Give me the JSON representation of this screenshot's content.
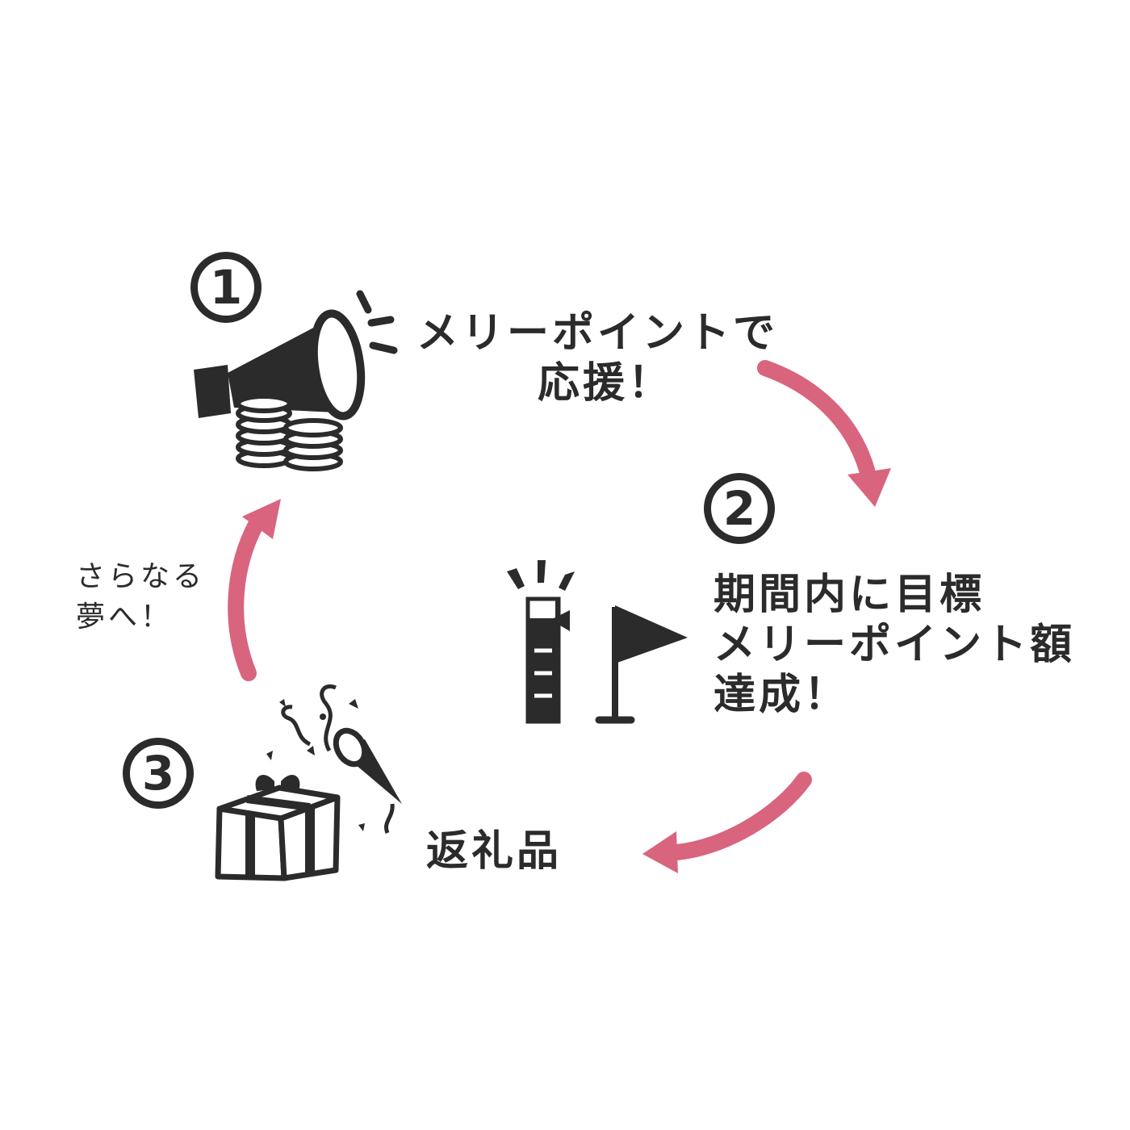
{
  "colors": {
    "ink": "#2b2b2b",
    "arrow": "#d9647e",
    "background": "#ffffff"
  },
  "steps": [
    {
      "number": "1",
      "icon": "megaphone-coins-icon",
      "text_lines": [
        "メリーポイントで",
        "応援！"
      ]
    },
    {
      "number": "2",
      "icon": "gauge-flag-icon",
      "text_lines": [
        "期間内に目標",
        "メリーポイント額",
        "達成！"
      ]
    },
    {
      "number": "3",
      "icon": "gift-party-popper-icon",
      "text_lines": [
        "返礼品"
      ]
    }
  ],
  "return_note": {
    "text_lines": [
      "さらなる",
      "夢へ！"
    ]
  },
  "arrows": [
    {
      "name": "arrow-1-to-2",
      "from": "1",
      "to": "2"
    },
    {
      "name": "arrow-2-to-3",
      "from": "2",
      "to": "3"
    },
    {
      "name": "arrow-3-to-1",
      "from": "3",
      "to": "1"
    }
  ]
}
